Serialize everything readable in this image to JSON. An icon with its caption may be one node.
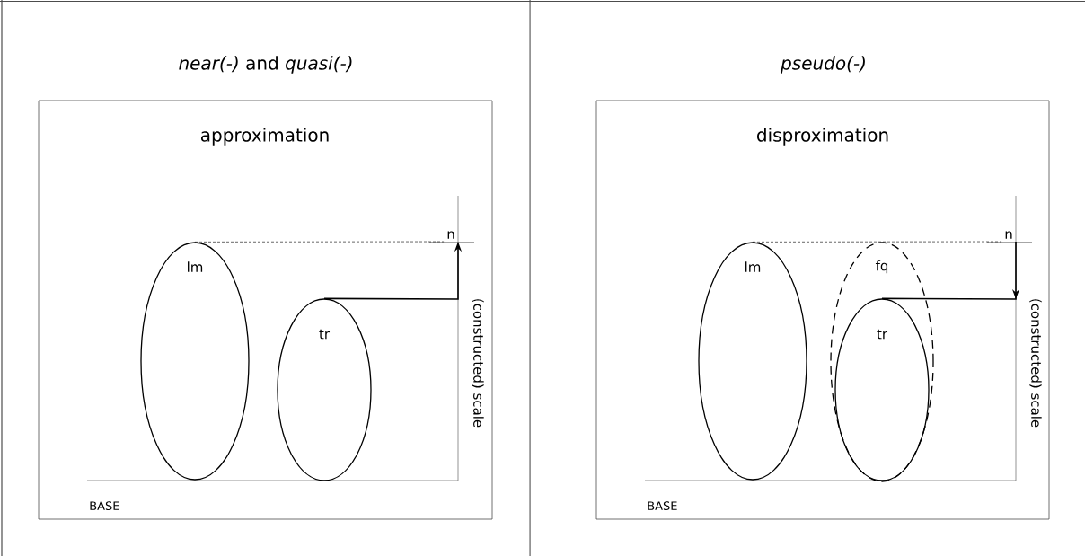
{
  "diagram": {
    "nodes": [
      {
        "text": [
          "approximation"
        ]
      },
      {
        "text": [
          "lm"
        ],
        "in": 0
      },
      {
        "text": [
          "tr"
        ],
        "in": 0
      },
      {
        "text": [
          "n"
        ],
        "in": 0
      },
      {
        "text": [
          "disproximation"
        ]
      },
      {
        "text": [
          "lm"
        ],
        "in": 4
      },
      {
        "text": [
          "fq"
        ],
        "in": 4
      },
      {
        "text": [
          "tr"
        ],
        "in": 6
      },
      {
        "text": [
          "n"
        ],
        "in": 4
      }
    ],
    "edges": [
      {
        "from": 2,
        "to": 3,
        "arrow": "to"
      },
      {
        "from": 1,
        "to": 3,
        "arrow": "none",
        "style": "dashed"
      },
      {
        "from": 8,
        "to": 7,
        "arrow": "to"
      },
      {
        "from": 5,
        "to": 8,
        "arrow": "none",
        "style": "dashed"
      }
    ],
    "labels": [
      "*near(-)* and *quasi(-)*",
      "pseudo(-)",
      "(constructed) scale",
      "BASE",
      "(constructed) scale",
      "BASE"
    ]
  }
}
